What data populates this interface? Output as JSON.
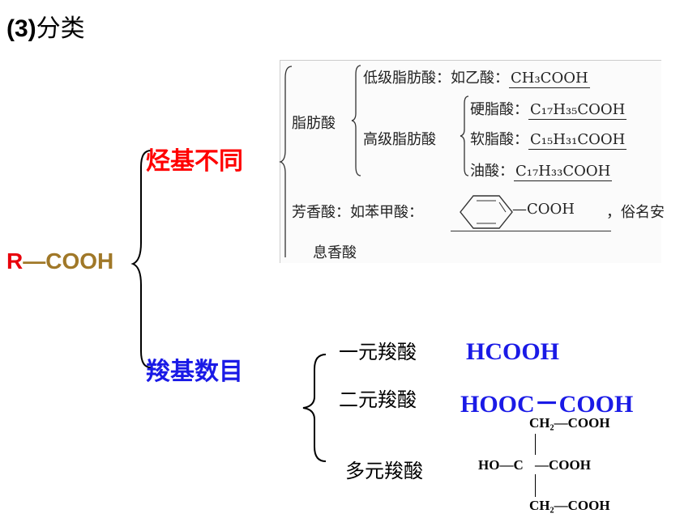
{
  "heading": {
    "number": "(3)",
    "text": "分类"
  },
  "root": {
    "r": "R",
    "rest": "—COOH",
    "r_color": "#e8000b",
    "rest_color": "#a07828"
  },
  "branch1": {
    "label": "烃基不同",
    "color": "#ff0000"
  },
  "branch2": {
    "label": "羧基数目",
    "color": "#1a1ae6"
  },
  "fatty": {
    "label": "脂肪酸",
    "low": {
      "label": "低级脂肪酸：如乙酸：",
      "formula": "CH₃COOH"
    },
    "high": {
      "label": "高级脂肪酸",
      "items": [
        {
          "label": "硬脂酸：",
          "formula": "C₁₇H₃₅COOH"
        },
        {
          "label": "软脂酸：",
          "formula": "C₁₅H₃₁COOH"
        },
        {
          "label": "油酸：",
          "formula": "C₁₇H₃₃COOH"
        }
      ]
    }
  },
  "aromatic": {
    "label": "芳香酸：如苯甲酸：",
    "cooh": "—COOH",
    "tail": "，俗名安",
    "line2": "息香酸"
  },
  "carboxyl": {
    "mono": {
      "label": "一元羧酸",
      "formula": "HCOOH"
    },
    "di": {
      "label": "二元羧酸",
      "formula": "HOOC－COOH"
    },
    "poly": {
      "label": "多元羧酸",
      "top": "CH₂—COOH",
      "ho": "HO—C",
      "mid": "—COOH",
      "bottom": "CH₂—COOH"
    }
  }
}
